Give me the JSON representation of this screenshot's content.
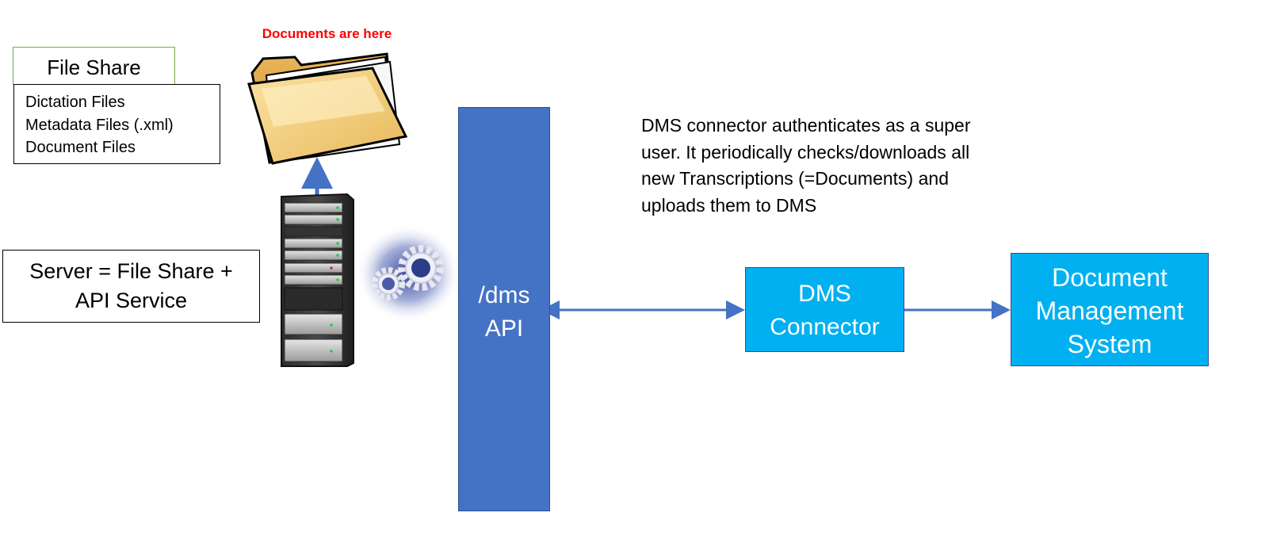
{
  "file_share": {
    "title": "File Share",
    "items": [
      "Dictation Files",
      "Metadata Files (.xml)",
      "Document Files"
    ]
  },
  "folder": {
    "label": "Documents are here",
    "label_color": "#ff0000"
  },
  "server_label": {
    "line1": "Server = File Share +",
    "line2": "API Service"
  },
  "api": {
    "line1": "/dms",
    "line2": "API",
    "color": "#4472c4"
  },
  "description": {
    "lines": [
      "DMS connector authenticates as a super",
      "user. It periodically checks/downloads all",
      "new Transcriptions (=Documents) and",
      "uploads them to DMS"
    ]
  },
  "connector": {
    "line1": "DMS",
    "line2": "Connector",
    "color": "#00b0f0"
  },
  "dms": {
    "line1": "Document",
    "line2": "Management",
    "line3": "System",
    "color": "#00b0f0"
  },
  "arrow_color": "#4472c4",
  "icons": [
    "folder-icon",
    "server-rack-icon",
    "gears-icon"
  ]
}
